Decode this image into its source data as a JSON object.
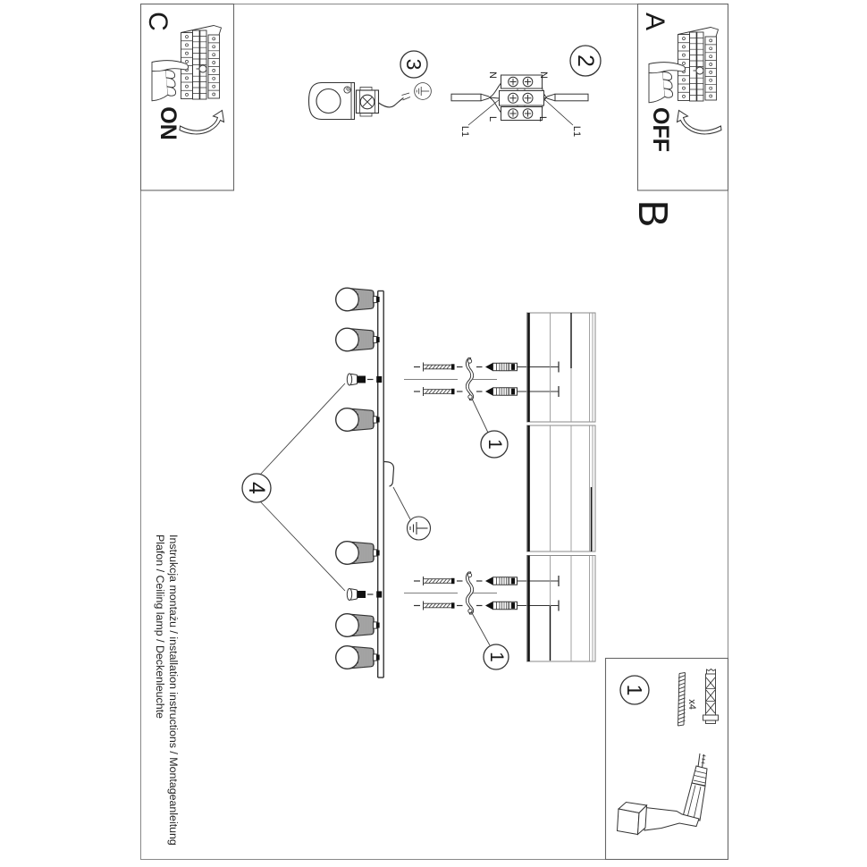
{
  "document": {
    "title_line1": "Instrukcja montażu / installation instructions / Montageanleitung",
    "title_line2": "Plafon / Ceiling lamp / Deckenleuchte"
  },
  "sections": {
    "a_label": "A",
    "b_label": "B",
    "c_label": "C",
    "power_off": "OFF",
    "power_on": "ON"
  },
  "steps": {
    "one": "1",
    "two": "2",
    "three": "3",
    "four": "4"
  },
  "wiring_labels": {
    "n_left": "N",
    "n_right": "N",
    "l_left": "L",
    "l_right": "L",
    "l1_left": "L1",
    "l1_right": "L1"
  },
  "parts_box": {
    "step": "1",
    "screws_qty": "x4"
  },
  "colors": {
    "line": "#333333",
    "fill_dark": "#111111",
    "frame": "#777777"
  }
}
